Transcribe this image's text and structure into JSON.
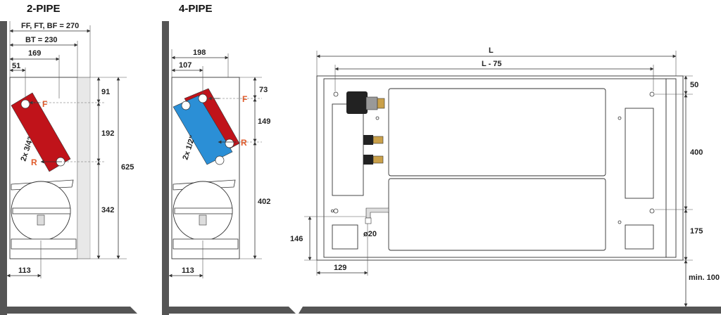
{
  "titles": {
    "two_pipe": "2-PIPE",
    "four_pipe": "4-PIPE"
  },
  "two_pipe": {
    "dim_total": "FF, FT, BF = 270",
    "dim_bt": "BT = 230",
    "dim_169": "169",
    "dim_51": "51",
    "dim_91": "91",
    "dim_192": "192",
    "dim_625": "625",
    "dim_342": "342",
    "dim_113": "113",
    "pipe_label": "2x 3/4\"",
    "flow": "F",
    "return": "R"
  },
  "four_pipe": {
    "dim_198": "198",
    "dim_107": "107",
    "dim_73": "73",
    "dim_149": "149",
    "dim_402": "402",
    "dim_113": "113",
    "pipe_label": "2x 1/2\"",
    "flow": "F",
    "return": "R"
  },
  "front": {
    "dim_L": "L",
    "dim_L75": "L - 75",
    "dim_50": "50",
    "dim_400": "400",
    "dim_175": "175",
    "dim_min100": "min. 100",
    "dim_146": "146",
    "dim_129": "129",
    "dim_d20": "ø20"
  },
  "colors": {
    "red": "#c0131a",
    "blue": "#2b8fd6",
    "flow_tag": "#e05a2a",
    "wall": "#555555"
  }
}
